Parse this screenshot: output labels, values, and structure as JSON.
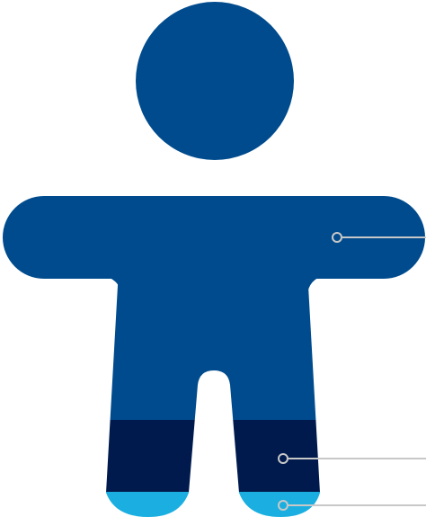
{
  "figure": {
    "colors": {
      "body": "#004b8d",
      "lower_band": "#001a4d",
      "feet": "#1aafe0",
      "leader_line": "#c8c8c8",
      "marker_stroke": "#c8c8c8",
      "background": "#ffffff"
    },
    "segments": [
      {
        "id": "upper-body",
        "color_key": "body"
      },
      {
        "id": "lower-band",
        "color_key": "lower_band"
      },
      {
        "id": "feet",
        "color_key": "feet"
      }
    ],
    "callouts": [
      {
        "target": "upper-body",
        "label": ""
      },
      {
        "target": "lower-band",
        "label": ""
      },
      {
        "target": "feet",
        "label": ""
      }
    ]
  }
}
